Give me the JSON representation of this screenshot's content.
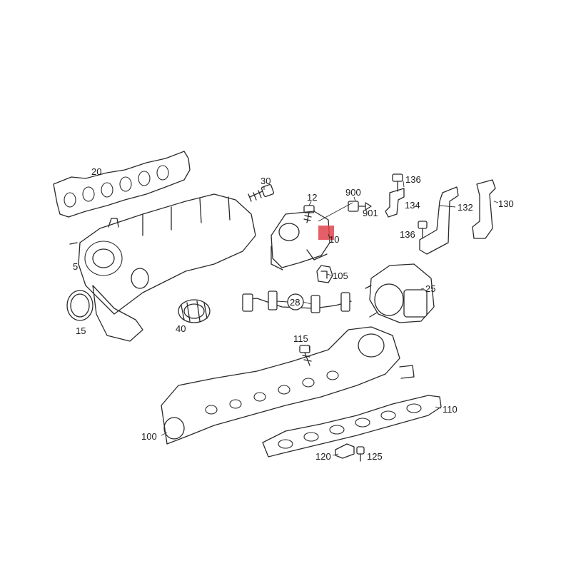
{
  "diagram": {
    "callouts": {
      "p20": "20",
      "p30": "30",
      "p12": "12",
      "p900": "900",
      "p901": "901",
      "p10": "10",
      "p136a": "136",
      "p134": "134",
      "p132": "132",
      "p130": "130",
      "p136b": "136",
      "p5": "5",
      "p105": "105",
      "p25": "25",
      "p28": "28",
      "p15": "15",
      "p40": "40",
      "p115": "115",
      "p110": "110",
      "p100": "100",
      "p120": "120",
      "p125": "125"
    },
    "colors": {
      "line": "#2a2a2a",
      "highlight": "#e0434f",
      "background": "#ffffff"
    }
  }
}
